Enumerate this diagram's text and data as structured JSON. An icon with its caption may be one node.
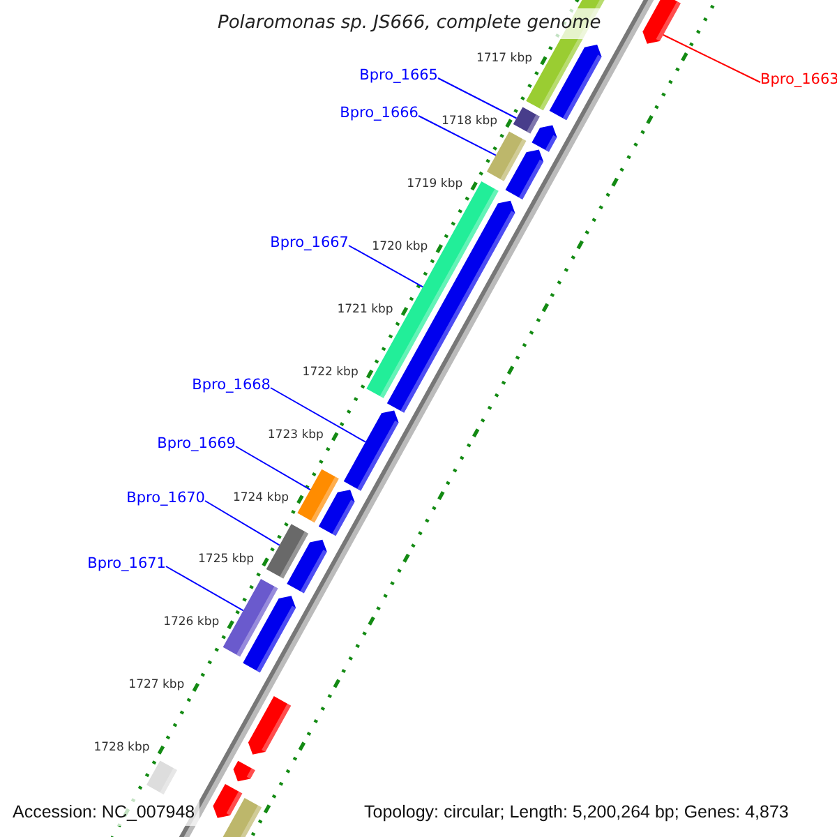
{
  "diagram": {
    "title": "Polaromonas sp. JS666, complete genome",
    "nodes": [
      {
        "text": [
          "Bpro_1665"
        ]
      },
      {
        "text": [
          "Bpro_1663"
        ]
      },
      {
        "text": [
          "Bpro_1666"
        ]
      },
      {
        "text": [
          "Bpro_1667"
        ]
      },
      {
        "text": [
          "Bpro_1668"
        ]
      },
      {
        "text": [
          "Bpro_1669"
        ]
      },
      {
        "text": [
          "Bpro_1670"
        ]
      },
      {
        "text": [
          "Bpro_1671"
        ]
      },
      {
        "text": [],
        "shape": "bar"
      },
      {
        "text": [],
        "shape": "bar"
      },
      {
        "text": [],
        "shape": "bar"
      },
      {
        "text": [],
        "shape": "bar"
      },
      {
        "text": [],
        "shape": "bar"
      },
      {
        "text": [],
        "shape": "bar"
      },
      {
        "text": [],
        "shape": "bar"
      },
      {
        "text": [],
        "shape": "bar"
      },
      {
        "text": [],
        "shape": "bar"
      },
      {
        "text": [],
        "shape": "bar"
      },
      {
        "text": [],
        "shape": "bar"
      },
      {
        "text": [],
        "shape": "bar"
      },
      {
        "text": [],
        "shape": "bar"
      },
      {
        "text": [],
        "shape": "bar"
      },
      {
        "text": [],
        "shape": "bar"
      },
      {
        "text": [],
        "shape": "bar"
      },
      {
        "text": [],
        "shape": "bar"
      },
      {
        "text": [],
        "shape": "bar"
      },
      {
        "text": [],
        "shape": "bar"
      },
      {
        "text": [],
        "shape": "bar"
      },
      {
        "text": [],
        "shape": "bar"
      }
    ],
    "edges": [
      {
        "from": 0,
        "to": 11,
        "arrow": "none"
      },
      {
        "from": 1,
        "to": 9,
        "arrow": "none",
        "color": "#ff0000"
      },
      {
        "from": 2,
        "to": 13,
        "arrow": "none"
      },
      {
        "from": 3,
        "to": 15,
        "arrow": "none"
      },
      {
        "from": 4,
        "to": 17,
        "arrow": "none"
      },
      {
        "from": 5,
        "to": 18,
        "arrow": "none"
      },
      {
        "from": 6,
        "to": 20,
        "arrow": "none"
      },
      {
        "from": 7,
        "to": 22,
        "arrow": "none"
      }
    ],
    "labels": [
      "1717 kbp",
      "1718 kbp",
      "1719 kbp",
      "1720 kbp",
      "1721 kbp",
      "1722 kbp",
      "1723 kbp",
      "1724 kbp",
      "1725 kbp",
      "1726 kbp",
      "1727 kbp",
      "1728 kbp",
      "Accession: NC_007948",
      "Topology: circular; Length: 5,200,264 bp; Genes: 4,873"
    ]
  }
}
